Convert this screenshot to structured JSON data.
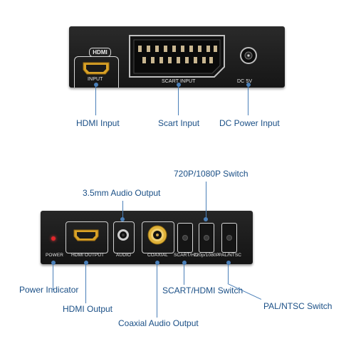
{
  "top_device": {
    "logo_text": "HDMI",
    "hdmi_label": "INPUT",
    "scart_label": "SCART INPUT",
    "dc_label": "DC 5V"
  },
  "top_callouts": {
    "hdmi_input": "HDMI Input",
    "scart_input": "Scart Input",
    "dc_input": "DC Power Input"
  },
  "bottom_device": {
    "labels": {
      "power": "POWER",
      "hdmi_output": "HDMI OUTPUT",
      "audio": "AUDIO",
      "coaxial": "COAXIAL",
      "scart_hd": "SCART/HD",
      "res": "720p/1080P",
      "pal": "PAL/NTSC"
    }
  },
  "bottom_callouts": {
    "switch_720": "720P/1080P Switch",
    "audio_35": "3.5mm Audio Output",
    "power_indicator": "Power Indicator",
    "hdmi_output": "HDMI Output",
    "scart_hdmi_switch": "SCART/HDMI Switch",
    "coaxial_output": "Coaxial Audio Output",
    "pal_ntsc_switch": "PAL/NTSC Switch"
  },
  "colors": {
    "callout_text": "#1a4f86",
    "callout_line": "#4a7fb8",
    "device_body": "#1c1c1c",
    "power_led": "#e3262b"
  }
}
